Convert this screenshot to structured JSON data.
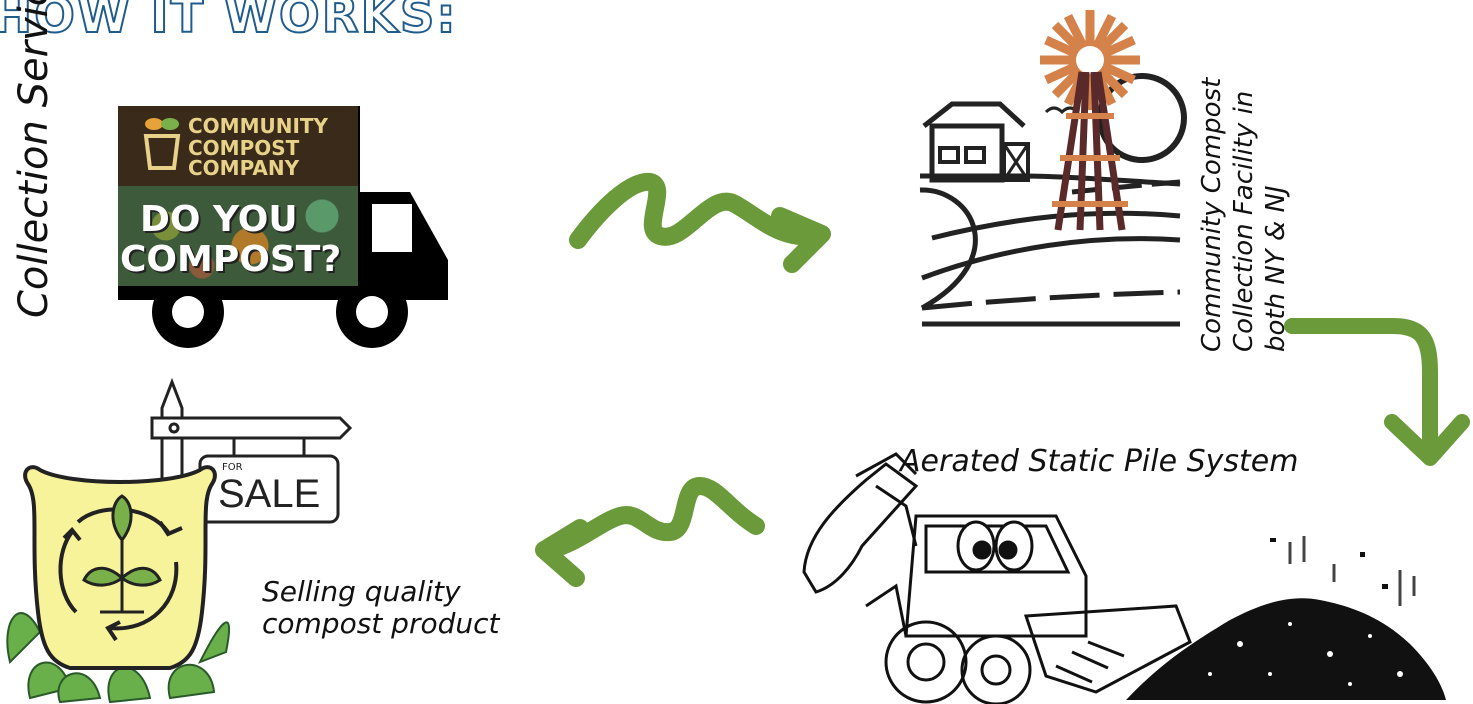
{
  "header": {
    "title": "HOW IT WORKS:"
  },
  "steps": {
    "collection": {
      "label": "Collection Services"
    },
    "facility": {
      "label_line1": "Community Compost",
      "label_line2": "Collection Facility in",
      "label_line3": "both NY & NJ"
    },
    "system": {
      "label": "Aerated Static Pile System"
    },
    "selling": {
      "label_line1": "Selling quality",
      "label_line2": "compost product"
    }
  },
  "truck": {
    "logo_line1": "COMMUNITY",
    "logo_line2": "COMPOST",
    "logo_line3": "COMPANY",
    "photo_line1": "DO YOU",
    "photo_line2": "COMPOST?"
  },
  "sign": {
    "small": "FOR",
    "big": "SALE"
  },
  "colors": {
    "arrow": "#6a9a3a",
    "title_outline": "#1f5c8c",
    "windmill": "#d4824a",
    "tower": "#5a2a2a",
    "bag": "#f7f39a"
  },
  "icons": [
    "truck-icon",
    "farm-icon",
    "windmill-icon",
    "excavator-icon",
    "compost-pile-icon",
    "compost-bag-icon",
    "for-sale-sign-icon",
    "arrow-icon"
  ]
}
